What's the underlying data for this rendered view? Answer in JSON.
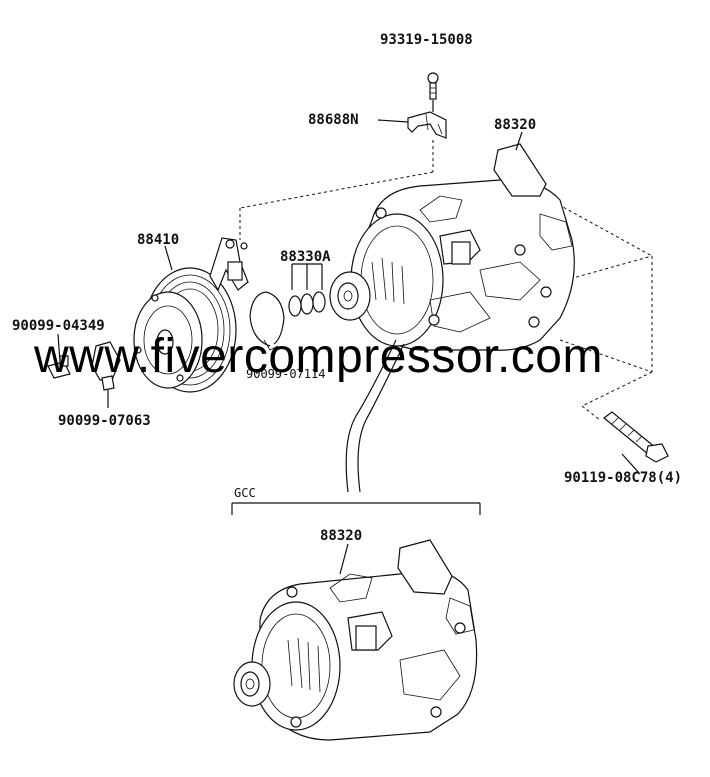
{
  "labels": {
    "bolt_top": "93319-15008",
    "bracket": "88688N",
    "compressor_main": "88320",
    "clutch": "88410",
    "orings": "88330A",
    "bolt_left": "90099-04349",
    "snapring": "90099-07114",
    "washer": "90099-07063",
    "bolt_right": "90119-08C78(4)",
    "variant_header": "GCC",
    "compressor_variant": "88320"
  },
  "watermark": "www.fivercompressor.com"
}
